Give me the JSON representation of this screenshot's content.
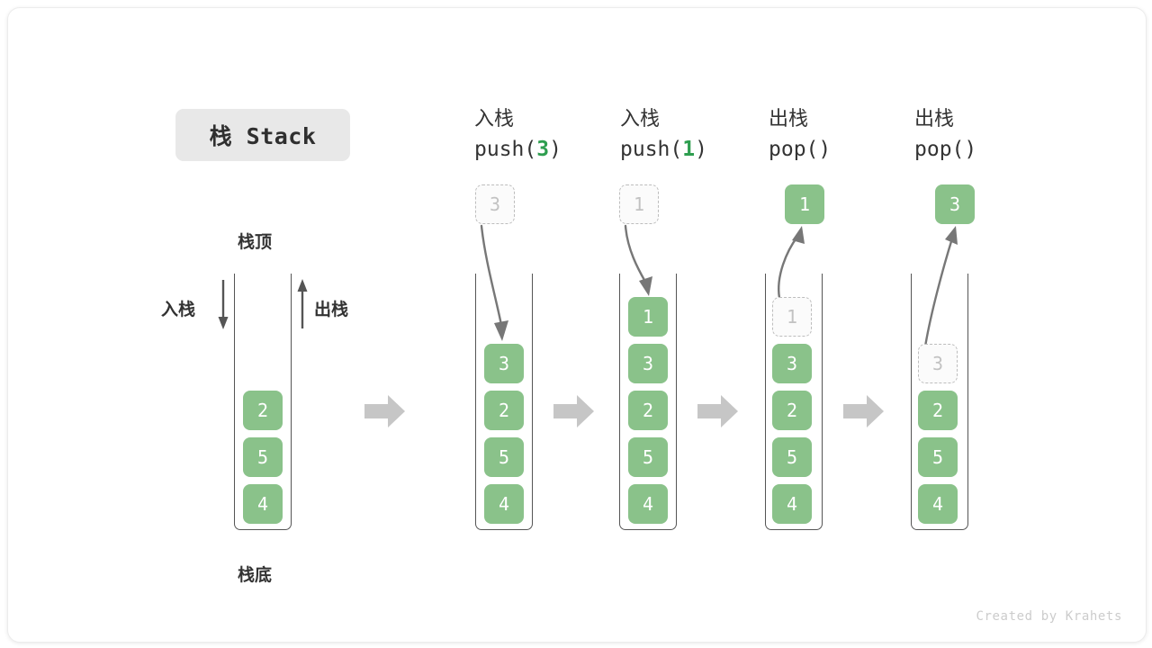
{
  "title": {
    "badge": "栈 Stack"
  },
  "colors": {
    "element_green": "#8ac28a",
    "accent_green": "#2e9e4f",
    "ghost_border": "#bdbdbd",
    "ghost_text": "#c2c2c2",
    "arrow_gray": "#777777",
    "step_arrow_gray": "#c6c6c6",
    "channel_stroke": "#555555",
    "badge_bg": "#e8e8e8",
    "text_dark": "#333333",
    "credit_gray": "#cccccc"
  },
  "base_stack": {
    "top_label": "栈顶",
    "bottom_label": "栈底",
    "push_label": "入栈",
    "pop_label": "出栈",
    "items": [
      "2",
      "5",
      "4"
    ]
  },
  "steps": [
    {
      "id": "push-3",
      "op_cn": "入栈",
      "op_code_prefix": "push(",
      "op_code_arg": "3",
      "op_code_suffix": ")",
      "kind": "push",
      "floating_value": "3",
      "floating_style": "ghost",
      "stack_items": [
        {
          "value": "3",
          "style": "solid"
        },
        {
          "value": "2",
          "style": "solid"
        },
        {
          "value": "5",
          "style": "solid"
        },
        {
          "value": "4",
          "style": "solid"
        }
      ]
    },
    {
      "id": "push-1",
      "op_cn": "入栈",
      "op_code_prefix": "push(",
      "op_code_arg": "1",
      "op_code_suffix": ")",
      "kind": "push",
      "floating_value": "1",
      "floating_style": "ghost",
      "stack_items": [
        {
          "value": "1",
          "style": "solid"
        },
        {
          "value": "3",
          "style": "solid"
        },
        {
          "value": "2",
          "style": "solid"
        },
        {
          "value": "5",
          "style": "solid"
        },
        {
          "value": "4",
          "style": "solid"
        }
      ]
    },
    {
      "id": "pop-1",
      "op_cn": "出栈",
      "op_code_prefix": "pop(",
      "op_code_arg": "",
      "op_code_suffix": ")",
      "kind": "pop",
      "floating_value": "1",
      "floating_style": "solid",
      "stack_items": [
        {
          "value": "1",
          "style": "ghost"
        },
        {
          "value": "3",
          "style": "solid"
        },
        {
          "value": "2",
          "style": "solid"
        },
        {
          "value": "5",
          "style": "solid"
        },
        {
          "value": "4",
          "style": "solid"
        }
      ]
    },
    {
      "id": "pop-3",
      "op_cn": "出栈",
      "op_code_prefix": "pop(",
      "op_code_arg": "",
      "op_code_suffix": ")",
      "kind": "pop",
      "floating_value": "3",
      "floating_style": "solid",
      "stack_items": [
        {
          "value": "3",
          "style": "ghost"
        },
        {
          "value": "2",
          "style": "solid"
        },
        {
          "value": "5",
          "style": "solid"
        },
        {
          "value": "4",
          "style": "solid"
        }
      ]
    }
  ],
  "credit": "Created by Krahets"
}
